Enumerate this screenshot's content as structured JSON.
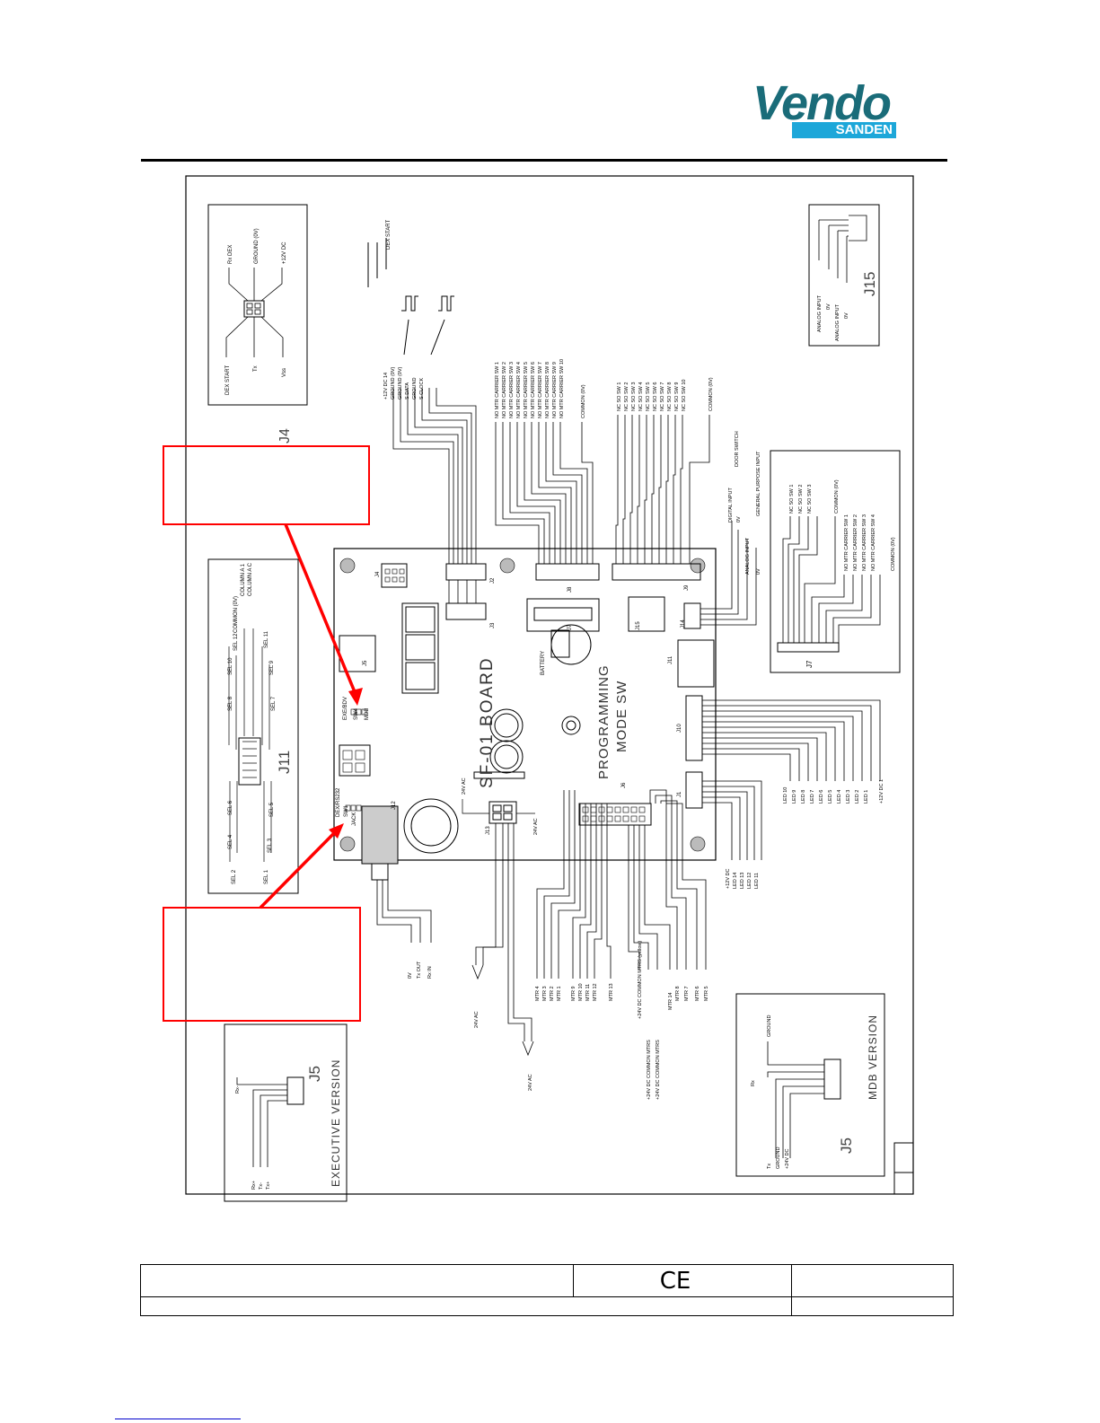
{
  "brand": {
    "name": "Vendo",
    "sub": "SANDEN",
    "accent": "#1a6c79",
    "bar_color": "#1da7d9"
  },
  "annotation_color": "#ff0000",
  "connectors": {
    "j4": "J4",
    "j11": "J11",
    "j15": "J15",
    "j5_exec": "J5",
    "j5_mdb": "J5",
    "j2": "J2",
    "j3": "J3",
    "j7": "J7",
    "j8": "J8",
    "j9": "J9",
    "j10": "J10",
    "j12": "J12",
    "j13": "J13",
    "j14": "J14",
    "j15_board": "J15",
    "j5_board": "J5",
    "j6": "J6",
    "j1": "J1"
  },
  "board": {
    "name": "SF-01 BOARD",
    "prog": "PROGRAMMING",
    "mode": "MODE SW",
    "battery": "BATTERY",
    "exe_bdv": "EXE/BDV",
    "sw4": "SW4",
    "mdb": "MDB",
    "sw1": "SW1",
    "dex": "DEX/RS232",
    "jack": "JACK",
    "ac24_1": "24V AC",
    "ac24_2": "24V AC"
  },
  "j4_labels": [
    "Rx DEX",
    "GROUND (0V)",
    "+12V DC",
    "DEX START",
    "Tx",
    "Vss"
  ],
  "dex_start": "DEX START",
  "j2_labels": [
    "+12V DC 14",
    "GROUND (0V)",
    "GROUND (0V)",
    "S DATA",
    "GROUND",
    "S CLOCK"
  ],
  "j8_labels": [
    "NO MTR CARRIER SW 1",
    "NO MTR CARRIER SW 2",
    "NO MTR CARRIER SW 3",
    "NO MTR CARRIER SW 4",
    "NO MTR CARRIER SW 5",
    "NO MTR CARRIER SW 6",
    "NO MTR CARRIER SW 7",
    "NO MTR CARRIER SW 8",
    "NO MTR CARRIER SW 9",
    "NO MTR CARRIER SW 10",
    "COMMON (0V)"
  ],
  "j9_labels": [
    "NC SO SW 1",
    "NC SO SW 2",
    "NC SO SW 3",
    "NC SO SW 4",
    "NC SO SW 5",
    "NC SO SW 6",
    "NC SO SW 7",
    "NC SO SW 8",
    "NC SO SW 9",
    "NC SO SW 10",
    "COMMON (0V)"
  ],
  "j14_labels": [
    "DIGITAL INPUT",
    "0V",
    "ANALOG INPUT",
    "0V",
    "DOOR SWITCH",
    "GENERAL PURPOSE INPUT"
  ],
  "j15_labels": [
    "ANALOG INPUT",
    "0V",
    "ANALOG INPUT",
    "0V"
  ],
  "j7_labels": [
    "NC SO SW 1",
    "NC SO SW 2",
    "NC SO SW 3",
    "COMMON (0V)",
    "NO MTR CARRIER SW 1",
    "NO MTR CARRIER SW 2",
    "NO MTR CARRIER SW 3",
    "NO MTR CARRIER SW 4",
    "COMMON (0V)"
  ],
  "j10_labels": [
    "LED 10",
    "LED 9",
    "LED 8",
    "LED 7",
    "LED 6",
    "LED 5",
    "LED 4",
    "LED 3",
    "LED 2",
    "LED 1",
    "+12V DC 1"
  ],
  "j1_labels": [
    "+12V DC",
    "LED 14",
    "LED 13",
    "LED 12",
    "LED 11"
  ],
  "j11_labels": [
    "COLUMN A 1",
    "COLUMN A C",
    "COMMON (0V)",
    "SEL 12",
    "SEL 10",
    "SEL 8",
    "SEL 6",
    "SEL 4",
    "SEL 2",
    "SEL 11",
    "SEL 9",
    "SEL 7",
    "SEL 5",
    "SEL 3",
    "SEL 1"
  ],
  "j12_labels": [
    "0V",
    "Tx OUT",
    "Rx IN"
  ],
  "j6_labels": [
    "MTR 4",
    "MTR 3",
    "MTR 2",
    "MTR 1",
    "MTR 9",
    "MTR 10",
    "MTR 11",
    "MTR 12",
    "MTR 13",
    "+24V DC COMMON MTRS (yellow)",
    "+24V DC COMMON MTRS",
    "+24V DC COMMON MTRS",
    "MTR 14",
    "MTR 8",
    "MTR 7",
    "MTR 6",
    "MTR 5"
  ],
  "j5_exec_labels": [
    "Rx-",
    "Rx+",
    "Tx-",
    "Tx+"
  ],
  "j5_exec_title": "EXECUTIVE VERSION",
  "j5_mdb_labels": [
    "GROUND",
    "Rx",
    "Tx",
    "GROUND",
    "+24V DC"
  ],
  "j5_mdb_title": "MDB VERSION",
  "ce_mark": "CE"
}
